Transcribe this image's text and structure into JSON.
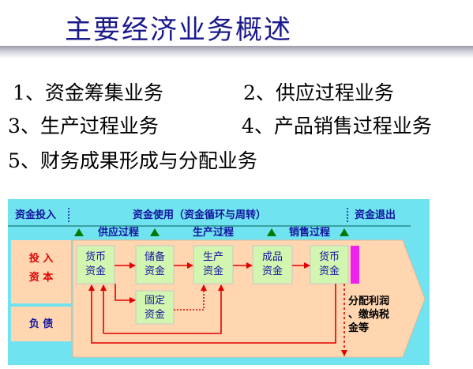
{
  "title": "主要经济业务概述",
  "items": [
    "1、资金筹集业务",
    "2、供应过程业务",
    "3、生产过程业务",
    "4、产品销售过程业务",
    "5、财务成果形成与分配业务"
  ],
  "diagram": {
    "header": {
      "fund_input": "资金投入",
      "fund_use": "资金使用（资金循环与周转）",
      "fund_exit": "资金退出"
    },
    "stages": {
      "supply": "供应过程",
      "production": "生产过程",
      "sales": "销售过程"
    },
    "sources": {
      "invested_capital": [
        "投 入",
        "资 本"
      ],
      "liabilities": "负 债"
    },
    "nodes": {
      "monetary_funds_1": [
        "货币",
        "资金"
      ],
      "reserve_funds": [
        "储备",
        "资金"
      ],
      "production_funds": [
        "生产",
        "资金"
      ],
      "finished_funds": [
        "成品",
        "资金"
      ],
      "monetary_funds_2": [
        "货币",
        "资金"
      ],
      "fixed_funds": [
        "固定",
        "资金"
      ]
    },
    "distribution": [
      "分配利润",
      "、缴纳税",
      "金等"
    ],
    "colors": {
      "panel_bg": "#6fe3ef",
      "band_bg": "#ffd6b0",
      "node_bg": "#d2f5b0",
      "header_text": "#1414a0",
      "arrow_red": "#e00000",
      "stage_green": "#007a00",
      "magenta_bar": "#ee22ee"
    }
  }
}
